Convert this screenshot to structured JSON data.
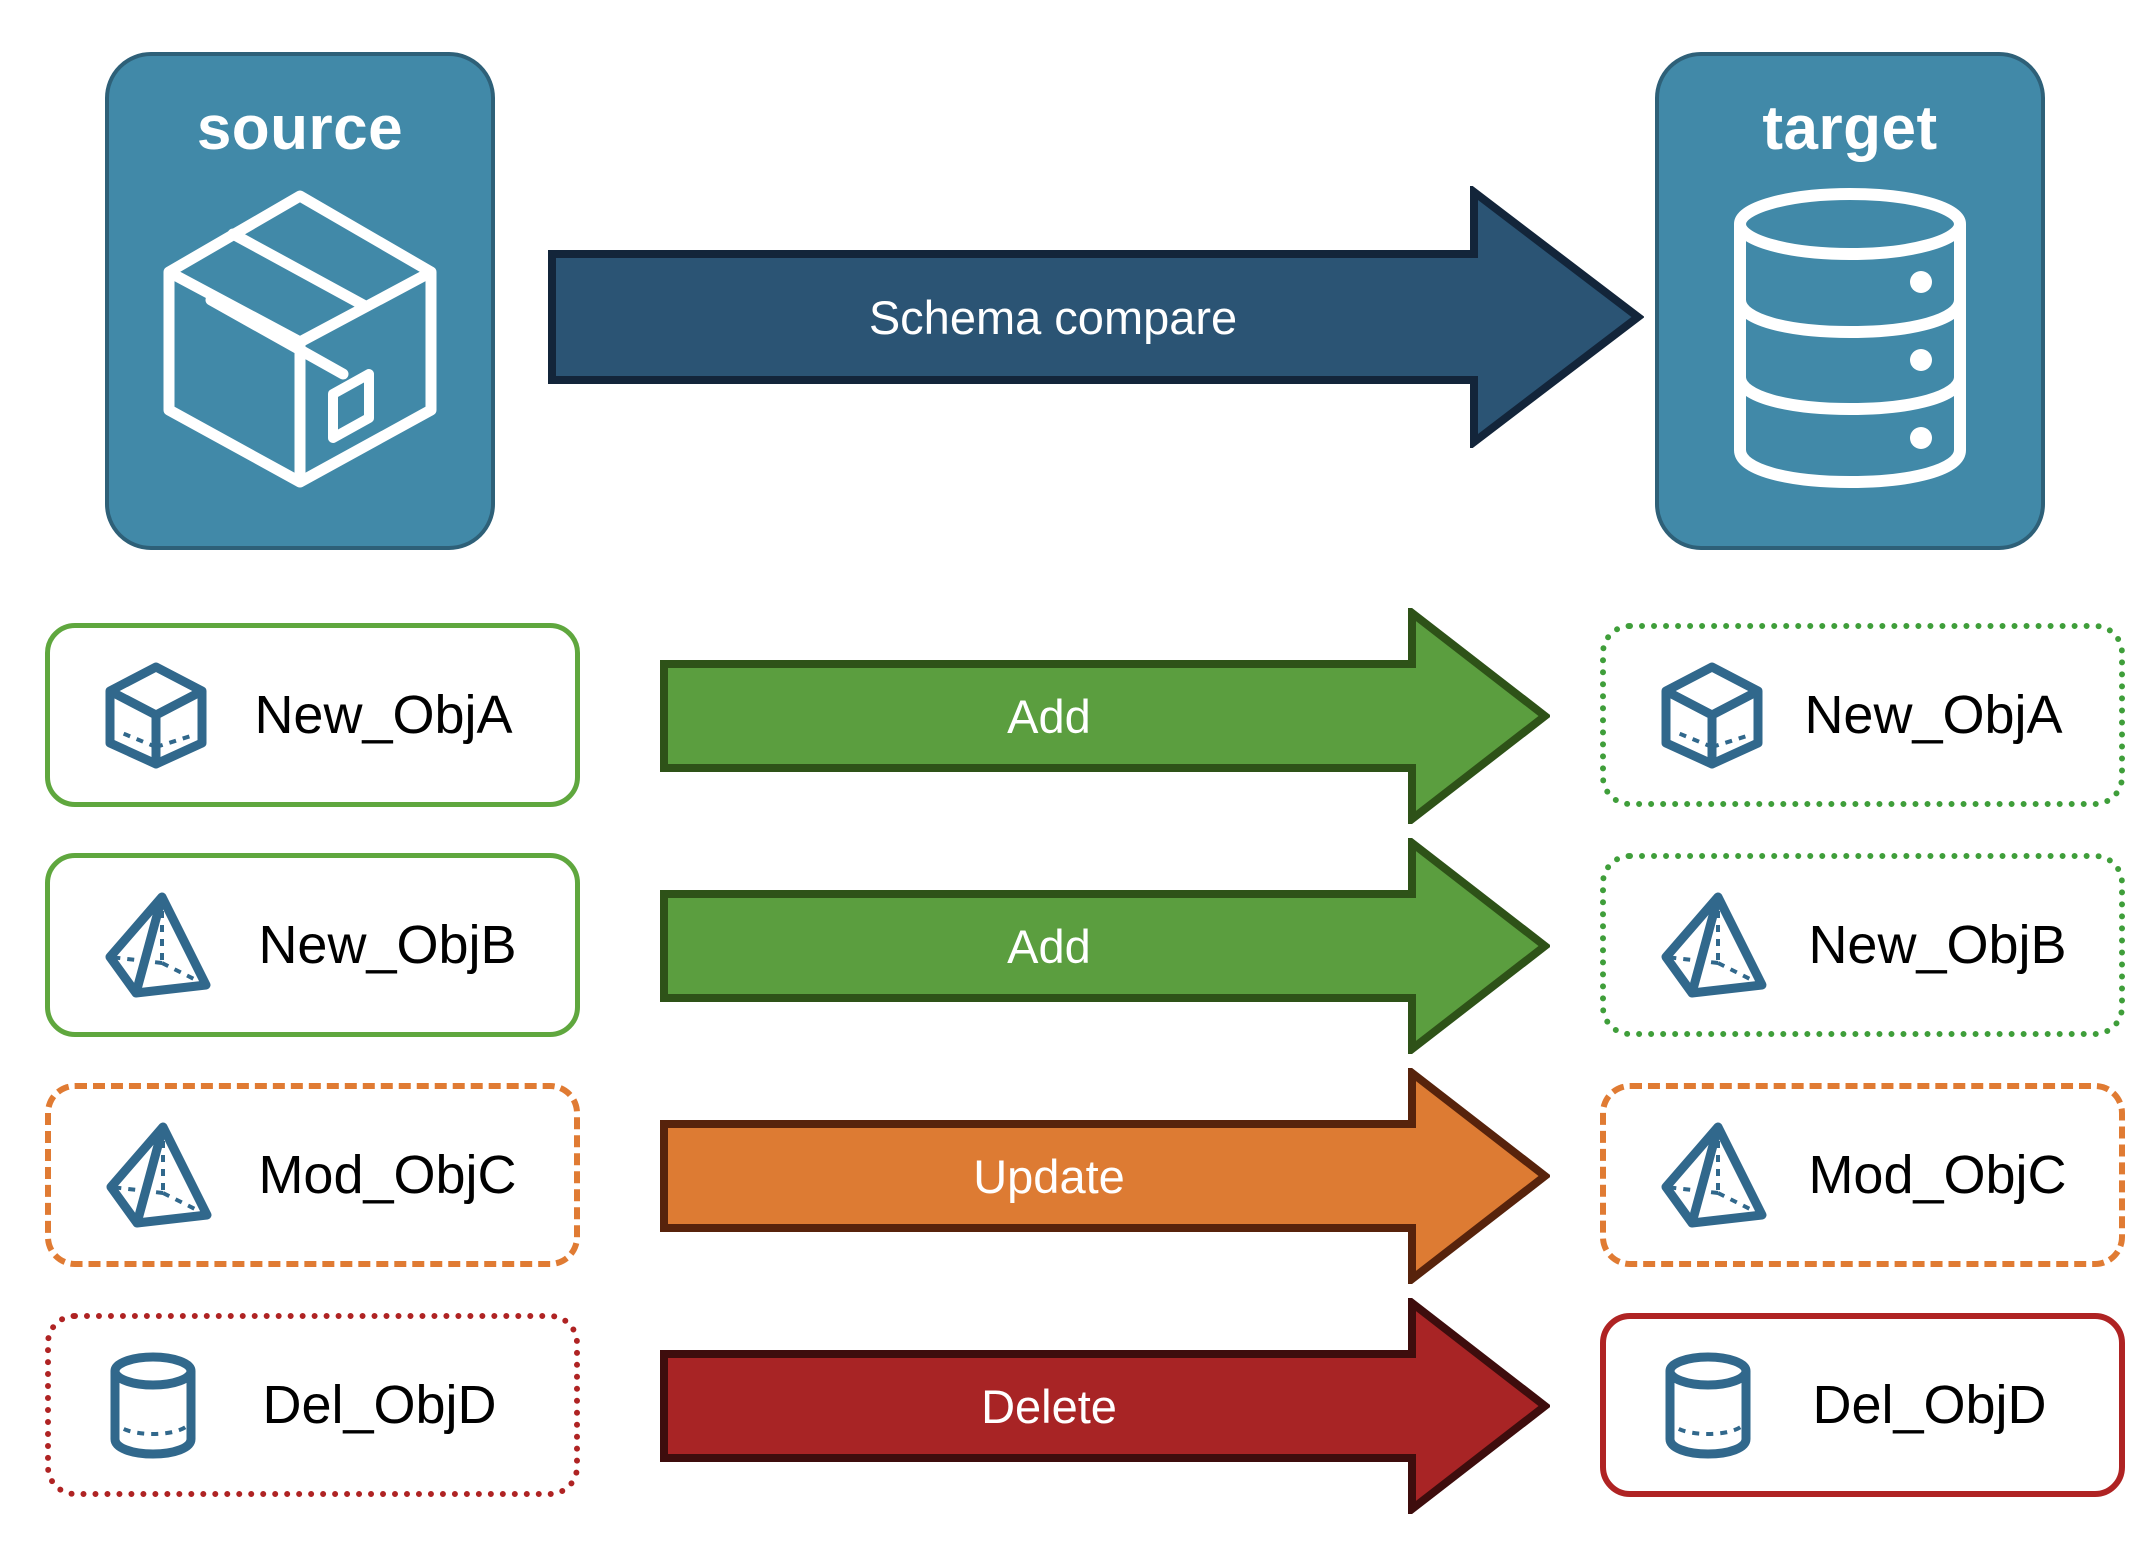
{
  "diagram": {
    "title": "Schema compare source to target",
    "background": "#ffffff"
  },
  "colors": {
    "endpoint_fill": "#4189A8",
    "endpoint_stroke": "#2E6078",
    "compare_arrow_fill": "#2B5474",
    "compare_arrow_stroke": "#13253A",
    "add_fill": "#5B9E3F",
    "add_stroke": "#2E5218",
    "update_fill": "#DD7B33",
    "update_stroke": "#57230C",
    "delete_fill": "#A82425",
    "delete_stroke": "#3E0D0D",
    "icon_blue": "#31688C",
    "card_green": "#5FA73E",
    "card_green_dotted": "#3F9E3A",
    "card_orange": "#E07B33",
    "card_red": "#AF2323",
    "text_white": "#ffffff",
    "text_black": "#000000"
  },
  "endpoints": {
    "source": {
      "label": "source",
      "icon": "package-box-icon"
    },
    "target": {
      "label": "target",
      "icon": "database-cylinder-icon"
    }
  },
  "compare_arrow": {
    "label": "Schema compare",
    "direction": "right"
  },
  "rows": [
    {
      "source": {
        "label": "New_ObjA",
        "icon": "wireframe-cube-icon",
        "border_style": "solid",
        "border_color": "#5FA73E"
      },
      "action": {
        "label": "Add",
        "fill": "#5B9E3F",
        "stroke": "#2E5218"
      },
      "target": {
        "label": "New_ObjA",
        "icon": "wireframe-cube-icon",
        "border_style": "dotted",
        "border_color": "#3F9E3A"
      }
    },
    {
      "source": {
        "label": "New_ObjB",
        "icon": "wireframe-pyramid-icon",
        "border_style": "solid",
        "border_color": "#5FA73E"
      },
      "action": {
        "label": "Add",
        "fill": "#5B9E3F",
        "stroke": "#2E5218"
      },
      "target": {
        "label": "New_ObjB",
        "icon": "wireframe-pyramid-icon",
        "border_style": "dotted",
        "border_color": "#3F9E3A"
      }
    },
    {
      "source": {
        "label": "Mod_ObjC",
        "icon": "wireframe-pyramid-icon",
        "border_style": "dashed",
        "border_color": "#E07B33"
      },
      "action": {
        "label": "Update",
        "fill": "#DD7B33",
        "stroke": "#57230C"
      },
      "target": {
        "label": "Mod_ObjC",
        "icon": "wireframe-pyramid-icon",
        "border_style": "dashed",
        "border_color": "#E07B33"
      }
    },
    {
      "source": {
        "label": "Del_ObjD",
        "icon": "wireframe-cylinder-icon",
        "border_style": "dotted",
        "border_color": "#AF2323"
      },
      "action": {
        "label": "Delete",
        "fill": "#A82425",
        "stroke": "#3E0D0D"
      },
      "target": {
        "label": "Del_ObjD",
        "icon": "wireframe-cylinder-icon",
        "border_style": "solid",
        "border_color": "#AF2323"
      }
    }
  ]
}
